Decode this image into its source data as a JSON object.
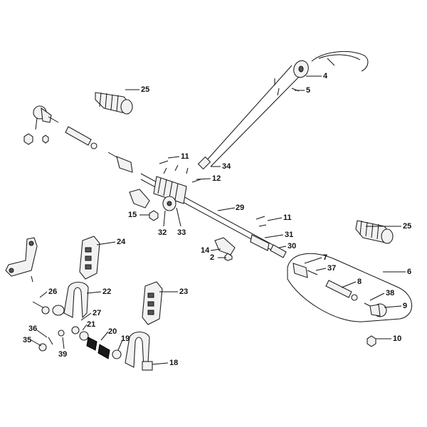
{
  "callouts": [
    {
      "id": "c4",
      "text": "4"
    },
    {
      "id": "c5",
      "text": "5"
    },
    {
      "id": "c25a",
      "text": "25"
    },
    {
      "id": "c11a",
      "text": "11"
    },
    {
      "id": "c34",
      "text": "34"
    },
    {
      "id": "c12",
      "text": "12"
    },
    {
      "id": "c29",
      "text": "29"
    },
    {
      "id": "c15",
      "text": "15"
    },
    {
      "id": "c32",
      "text": "32"
    },
    {
      "id": "c33",
      "text": "33"
    },
    {
      "id": "c11b",
      "text": "11"
    },
    {
      "id": "c31",
      "text": "31"
    },
    {
      "id": "c25b",
      "text": "25"
    },
    {
      "id": "c14",
      "text": "14"
    },
    {
      "id": "c30",
      "text": "30"
    },
    {
      "id": "c2",
      "text": "2"
    },
    {
      "id": "c24",
      "text": "24"
    },
    {
      "id": "c7",
      "text": "7"
    },
    {
      "id": "c37",
      "text": "37"
    },
    {
      "id": "c6",
      "text": "6"
    },
    {
      "id": "c8",
      "text": "8"
    },
    {
      "id": "c26",
      "text": "26"
    },
    {
      "id": "c22",
      "text": "22"
    },
    {
      "id": "c23",
      "text": "23"
    },
    {
      "id": "c38",
      "text": "38"
    },
    {
      "id": "c9",
      "text": "9"
    },
    {
      "id": "c27",
      "text": "27"
    },
    {
      "id": "c21",
      "text": "21"
    },
    {
      "id": "c36",
      "text": "36"
    },
    {
      "id": "c20",
      "text": "20"
    },
    {
      "id": "c10",
      "text": "10"
    },
    {
      "id": "c35",
      "text": "35"
    },
    {
      "id": "c39",
      "text": "39"
    },
    {
      "id": "c19",
      "text": "19"
    },
    {
      "id": "c18",
      "text": "18"
    }
  ]
}
